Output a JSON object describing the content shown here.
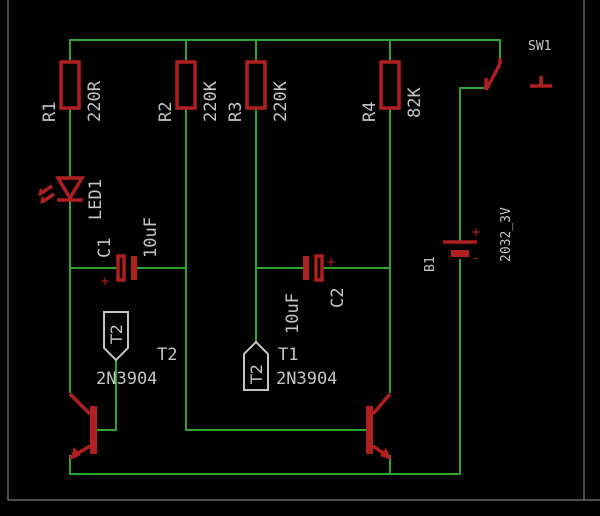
{
  "components": {
    "R1": {
      "name": "R1",
      "value": "220R"
    },
    "R2": {
      "name": "R2",
      "value": "220K"
    },
    "R3": {
      "name": "R3",
      "value": "220K"
    },
    "R4": {
      "name": "R4",
      "value": "82K"
    },
    "LED1": {
      "name": "LED1"
    },
    "C1": {
      "name": "C1",
      "value": "10uF"
    },
    "C2": {
      "name": "C2",
      "value": "10uF"
    },
    "T1": {
      "name": "T1",
      "value": "2N3904"
    },
    "T2": {
      "name": "T2",
      "value": "2N3904"
    },
    "B1": {
      "name": "B1",
      "value": "2032_3V"
    },
    "SW1": {
      "name": "SW1"
    }
  },
  "net_tags": {
    "left": "T2",
    "right": "T2"
  },
  "polarity": {
    "plus": "+",
    "minus": "-"
  },
  "colors": {
    "wire": "#2fa52f",
    "component": "#b02020",
    "text": "#c4c4c4",
    "background": "#000000"
  }
}
